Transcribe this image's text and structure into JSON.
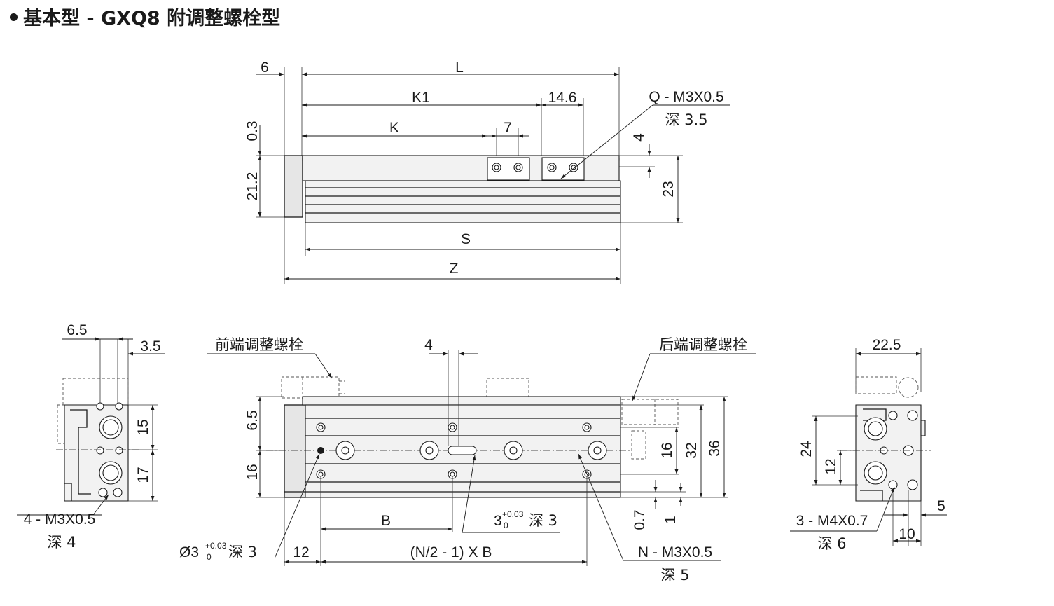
{
  "title": "基本型 - GXQ8 附调整螺栓型",
  "top_view": {
    "dim_6": "6",
    "dim_L": "L",
    "dim_K1": "K1",
    "dim_14_6": "14.6",
    "dim_K": "K",
    "dim_7": "7",
    "dim_0_3": "0.3",
    "dim_21_2": "21.2",
    "dim_4": "4",
    "dim_23": "23",
    "dim_S": "S",
    "dim_Z": "Z",
    "callout_q": "Q - M3X0.5",
    "callout_q_depth": "深 3.5"
  },
  "left_view": {
    "dim_6_5": "6.5",
    "dim_3_5": "3.5",
    "dim_15": "15",
    "dim_17": "17",
    "callout": "4 - M3X0.5",
    "callout_depth": "深 4"
  },
  "front_view": {
    "front_bolt": "前端调整螺栓",
    "rear_bolt": "后端调整螺栓",
    "dim_4": "4",
    "dim_6_5": "6.5",
    "dim_16_left": "16",
    "dim_16_right": "16",
    "dim_32": "32",
    "dim_36": "36",
    "dim_0_7": "0.7",
    "dim_1": "1",
    "dim_B": "B",
    "dim_12": "12",
    "dim_nb": "(N/2 - 1) X B",
    "pin_left_main": "Ø3",
    "pin_tol_upper": "+0.03",
    "pin_tol_lower": "0",
    "pin_left_depth": "深 3",
    "pin_mid_main": "3",
    "pin_mid_depth": "深 3",
    "callout_n": "N - M3X0.5",
    "callout_n_depth": "深 5"
  },
  "right_view": {
    "dim_22_5": "22.5",
    "dim_24": "24",
    "dim_12": "12",
    "dim_5": "5",
    "dim_10": "10",
    "callout": "3 - M4X0.7",
    "callout_depth": "深 6"
  }
}
